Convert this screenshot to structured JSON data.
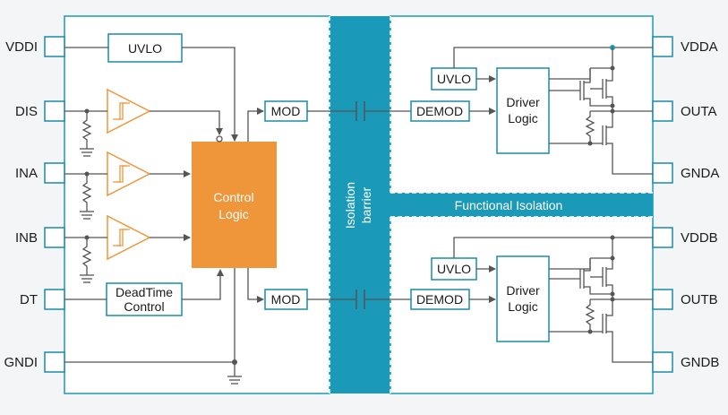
{
  "pins_left": [
    "VDDI",
    "DIS",
    "INA",
    "INB",
    "DT",
    "GNDI"
  ],
  "pins_right": [
    "VDDA",
    "OUTA",
    "GNDA",
    "VDDB",
    "OUTB",
    "GNDB"
  ],
  "blocks": {
    "uvlo_in": "UVLO",
    "deadtime_1": "DeadTime",
    "deadtime_2": "Control",
    "control_1": "Control",
    "control_2": "Logic",
    "mod_a": "MOD",
    "mod_b": "MOD",
    "demod_a": "DEMOD",
    "demod_b": "DEMOD",
    "uvlo_a": "UVLO",
    "uvlo_b": "UVLO",
    "driver_a_1": "Driver",
    "driver_a_2": "Logic",
    "driver_b_1": "Driver",
    "driver_b_2": "Logic"
  },
  "barrier": {
    "line1": "Isolation",
    "line2": "barrier"
  },
  "functional_isolation": "Functional Isolation",
  "colors": {
    "accent": "#1a9ab8",
    "control": "#f0963a",
    "line": "#555555"
  }
}
